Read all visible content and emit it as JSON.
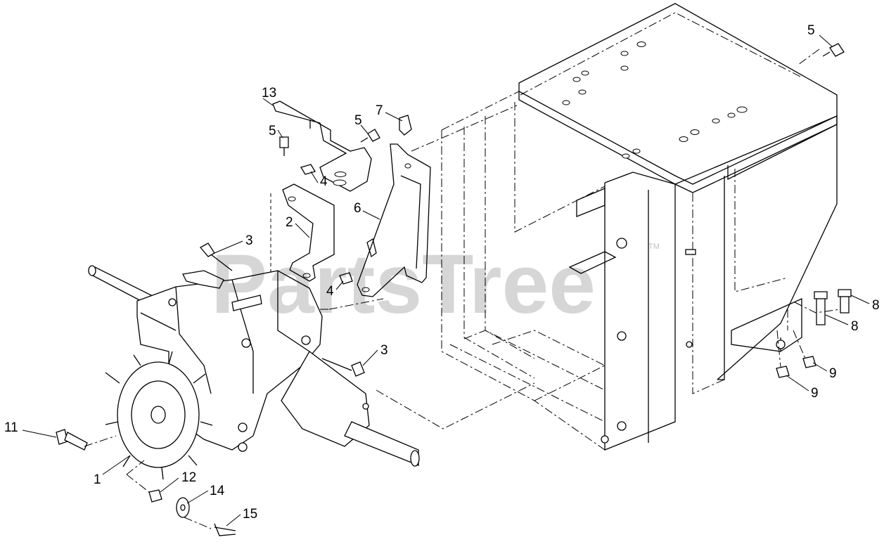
{
  "watermark": {
    "text": "PartsTree",
    "tm": "TM"
  },
  "callouts": [
    {
      "id": "c1",
      "number": "1"
    },
    {
      "id": "c2",
      "number": "2"
    },
    {
      "id": "c3a",
      "number": "3"
    },
    {
      "id": "c3b",
      "number": "3"
    },
    {
      "id": "c4a",
      "number": "4"
    },
    {
      "id": "c4b",
      "number": "4"
    },
    {
      "id": "c5a",
      "number": "5"
    },
    {
      "id": "c5b",
      "number": "5"
    },
    {
      "id": "c5c",
      "number": "5"
    },
    {
      "id": "c6",
      "number": "6"
    },
    {
      "id": "c7",
      "number": "7"
    },
    {
      "id": "c8a",
      "number": "8"
    },
    {
      "id": "c8b",
      "number": "8"
    },
    {
      "id": "c9a",
      "number": "9"
    },
    {
      "id": "c9b",
      "number": "9"
    },
    {
      "id": "c11",
      "number": "11"
    },
    {
      "id": "c12",
      "number": "12"
    },
    {
      "id": "c13",
      "number": "13"
    },
    {
      "id": "c14",
      "number": "14"
    },
    {
      "id": "c15",
      "number": "15"
    }
  ]
}
